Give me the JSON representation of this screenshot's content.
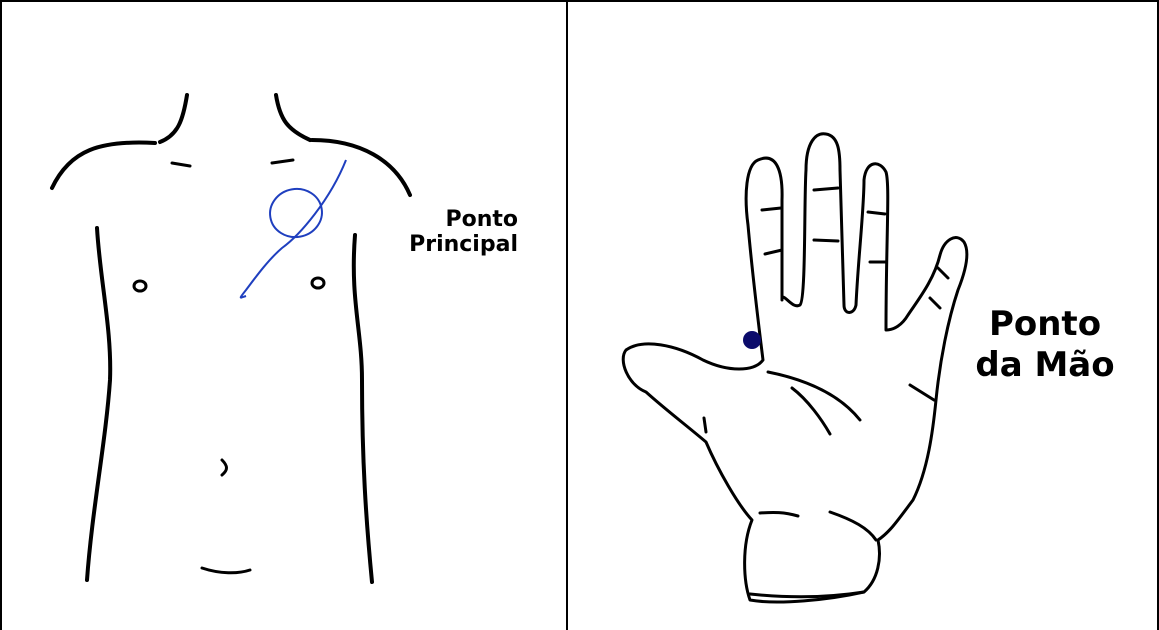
{
  "left_panel": {
    "label_line1": "Ponto",
    "label_line2": "Principal",
    "line_color": "#000000",
    "marking_color": "#1f3fbf"
  },
  "right_panel": {
    "label_line1": "Ponto",
    "label_line2": "da Mão",
    "point_color": "#0b0b6b"
  }
}
